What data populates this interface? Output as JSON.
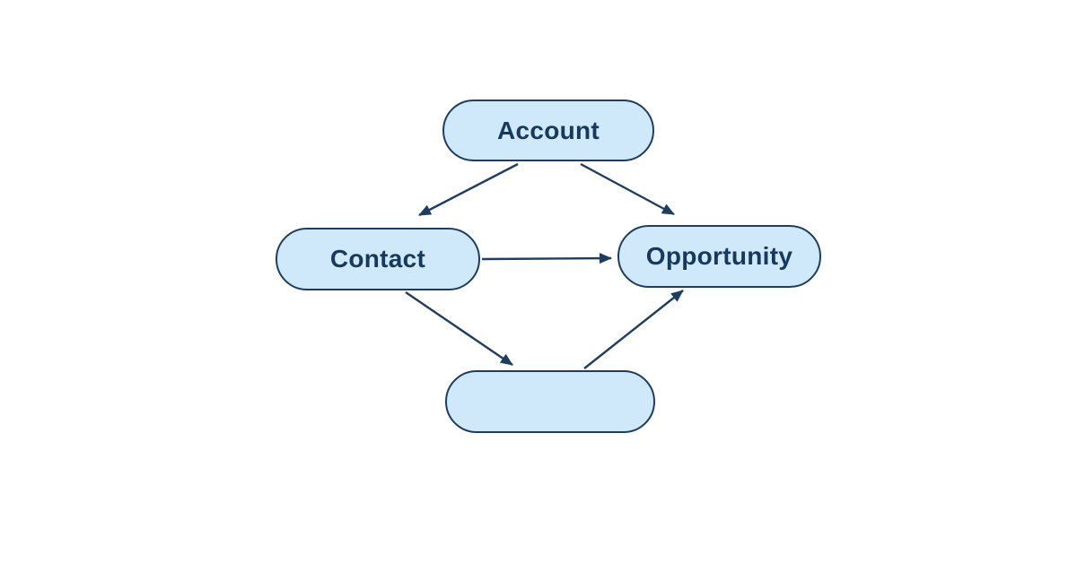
{
  "diagram": {
    "type": "entity-relationship",
    "colors": {
      "background": "#ffffff",
      "node_fill": "#cfe8fa",
      "node_border": "#1e3d5f",
      "node_text": "#17395d",
      "arrow": "#1e3d5f"
    },
    "nodes": [
      {
        "id": "account",
        "label": "Account"
      },
      {
        "id": "contact",
        "label": "Contact"
      },
      {
        "id": "opportunity",
        "label": "Opportunity"
      },
      {
        "id": "unlabeled",
        "label": ""
      }
    ],
    "edges": [
      {
        "from": "account",
        "to": "contact"
      },
      {
        "from": "account",
        "to": "opportunity"
      },
      {
        "from": "contact",
        "to": "opportunity"
      },
      {
        "from": "contact",
        "to": "unlabeled"
      },
      {
        "from": "unlabeled",
        "to": "opportunity"
      }
    ]
  }
}
